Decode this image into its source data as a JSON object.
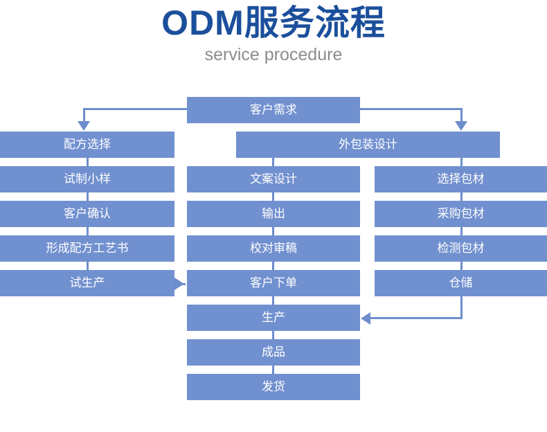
{
  "header": {
    "title": "ODM服务流程",
    "subtitle": "service procedure",
    "title_color": "#1b4f9b",
    "subtitle_color": "#8c8c8c"
  },
  "theme": {
    "node_fill": "#7190cf",
    "node_text": "#ffffff",
    "connector": "#6e8dcd",
    "background": "#ffffff"
  },
  "chart_data": {
    "type": "diagram",
    "title": "ODM服务流程",
    "subtitle": "service procedure",
    "columns": [
      {
        "name": "formula-column",
        "nodes": [
          "配方选择",
          "试制小样",
          "客户确认",
          "形成配方工艺书",
          "试生产"
        ]
      },
      {
        "name": "main-column",
        "nodes": [
          "客户需求",
          "文案设计",
          "输出",
          "校对审稿",
          "客户下单",
          "生产",
          "成品",
          "发货"
        ]
      },
      {
        "name": "packaging-column",
        "nodes": [
          "外包装设计",
          "选择包材",
          "采购包材",
          "检测包材",
          "仓储"
        ]
      }
    ],
    "connections": [
      {
        "from": "客户需求",
        "to": "配方选择",
        "type": "arrow-down"
      },
      {
        "from": "客户需求",
        "to": "外包装设计",
        "type": "arrow-down"
      },
      {
        "from": "配方选择",
        "to": "试生产",
        "type": "line-down"
      },
      {
        "from": "试生产",
        "to": "客户下单",
        "type": "arrow-right"
      },
      {
        "from": "外包装设计",
        "to": "文案设计",
        "type": "line-down"
      },
      {
        "from": "外包装设计",
        "to": "选择包材",
        "type": "line-down"
      },
      {
        "from": "仓储",
        "to": "生产",
        "type": "arrow-left"
      },
      {
        "from": "客户下单",
        "to": "发货",
        "type": "line-down"
      }
    ]
  },
  "nodes": {
    "customer_demand": "客户需求",
    "formula_selection": "配方选择",
    "trial_sample": "试制小样",
    "customer_confirm": "客户确认",
    "formula_document": "形成配方工艺书",
    "trial_production": "试生产",
    "package_design": "外包装设计",
    "copy_design": "文案设计",
    "output": "输出",
    "proofreading": "校对审稿",
    "customer_order": "客户下单",
    "production": "生产",
    "finished_product": "成品",
    "shipment": "发货",
    "select_material": "选择包材",
    "purchase_material": "采购包材",
    "inspect_material": "检测包材",
    "warehouse": "仓储"
  }
}
